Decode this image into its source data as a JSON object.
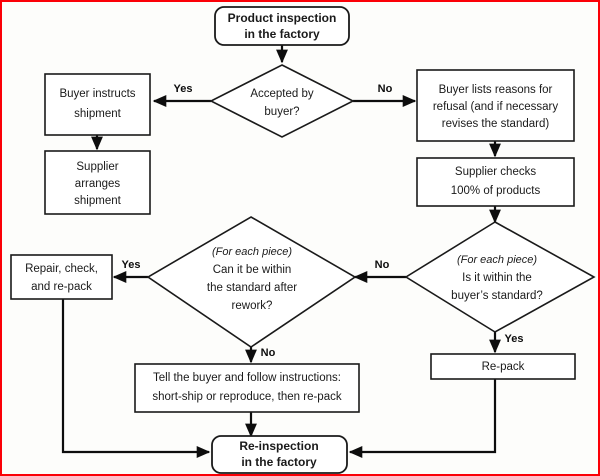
{
  "diagram": {
    "title": "Product inspection flowchart",
    "border_color": "#fb0007",
    "background_color": "#fdfdfb",
    "line_color": "#0d0d0d",
    "text_color": "#1a1a1a"
  },
  "nodes": {
    "start": {
      "shape": "rounded-rect",
      "lines": [
        "Product inspection",
        "in the factory"
      ],
      "line1": "Product inspection",
      "line2": "in the factory"
    },
    "decision_accepted": {
      "shape": "diamond",
      "line1": "Accepted by",
      "line2": "buyer?"
    },
    "buyer_instructs": {
      "shape": "rect",
      "line1": "Buyer instructs",
      "line2": "shipment"
    },
    "supplier_arranges": {
      "shape": "rect",
      "line1": "Supplier",
      "line2": "arranges",
      "line3": "shipment"
    },
    "buyer_lists": {
      "shape": "rect",
      "line1": "Buyer lists reasons for",
      "line2": "refusal (and if necessary",
      "line3": "revises the standard)"
    },
    "supplier_checks": {
      "shape": "rect",
      "line1": "Supplier checks",
      "line2": "100% of products"
    },
    "decision_within_standard": {
      "shape": "diamond",
      "line1": "(For each piece)",
      "line2": "Is it within the",
      "line3": "buyer’s standard?"
    },
    "decision_rework": {
      "shape": "diamond",
      "line1": "(For each piece)",
      "line2": "Can it be within",
      "line3": "the standard after",
      "line4": "rework?"
    },
    "repair_check": {
      "shape": "rect",
      "line1": "Repair, check,",
      "line2": "and re-pack"
    },
    "repack": {
      "shape": "rect",
      "line1": "Re-pack"
    },
    "tell_buyer": {
      "shape": "rect",
      "line1": "Tell the buyer and follow instructions:",
      "line2": "short-ship or reproduce, then re-pack"
    },
    "reinspection": {
      "shape": "rounded-rect",
      "line1": "Re-inspection",
      "line2": "in the factory"
    }
  },
  "edge_labels": {
    "accepted_yes": "Yes",
    "accepted_no": "No",
    "within_standard_yes": "Yes",
    "within_standard_no": "No",
    "rework_yes": "Yes",
    "rework_no": "No"
  }
}
